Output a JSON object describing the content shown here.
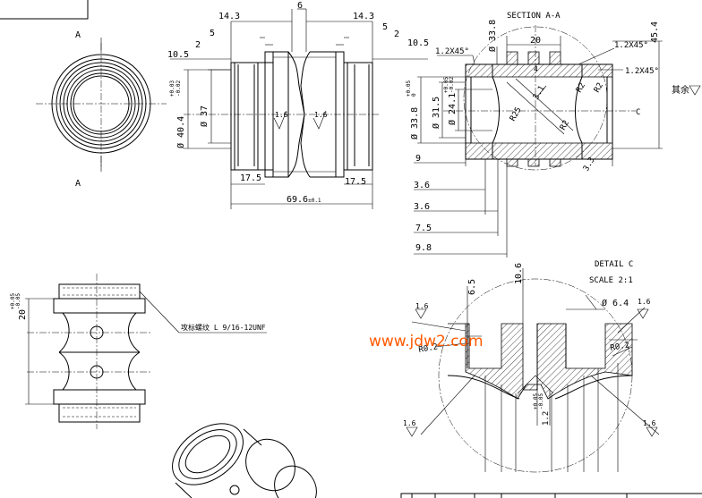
{
  "section_labels": {
    "a_top": "A",
    "a_bottom": "A",
    "section_title": "SECTION A-A",
    "detail_title": "DETAIL C",
    "detail_scale": "SCALE 2:1",
    "detail_c_marker": "C"
  },
  "front_view_dims": {
    "d14_3_left": "14.3",
    "d6": "6",
    "d14_3_right": "14.3",
    "d5_left": "5",
    "d5_right": "5",
    "d2_left": "2",
    "d2_right": "2",
    "d10_5_left": "10.5",
    "d10_5_right": "10.5",
    "d40_4": "Ø 40.4",
    "d40_4_tol_upper": "+0.03",
    "d40_4_tol_lower": "-0.02",
    "d37": "Ø 37",
    "rough_left": "1.6",
    "rough_right": "1.6",
    "d17_5_left": "17.5",
    "d17_5_right": "17.5",
    "d69_6": "69.6",
    "d69_6_tol": "±0.1"
  },
  "section_dims": {
    "d33_8_top": "Ø 33.8",
    "d20": "20",
    "d4": "4",
    "d45_4": "45.4",
    "ch_left": "1.2X45°",
    "ch_right_top": "1.2X45°",
    "ch_right": "1.2X45°",
    "d33_8_left": "Ø 33.8",
    "d33_8_tol_upper": "+0.05",
    "d33_8_tol_lower": "0",
    "d31_5": "Ø 31.5",
    "d24_1": "Ø 24.1",
    "d24_1_tol_upper": "+0.05",
    "d24_1_tol_lower": "-0.02",
    "r25": "R25",
    "r2_a": "R2",
    "r2_b": "R2",
    "r2_c": "R2",
    "d3_1": "3.1",
    "d3_3": "3.3",
    "rest_rough": "其余",
    "d9": "9",
    "d3_6_a": "3.6",
    "d3_6_b": "3.6",
    "d7_5": "7.5",
    "d9_8": "9.8"
  },
  "side_view": {
    "d20": "20",
    "d20_tol_upper": "+0.05",
    "d20_tol_lower": "-0.05",
    "thread_note": "攻标螺纹 L 9/16-12UNF"
  },
  "detail_dims": {
    "d10_6": "10.6",
    "d6_5": "6.5",
    "d6_4": "Ø 6.4",
    "r0_2_left": "R0.2",
    "r0_2_right": "R0.2",
    "d1_2": "1.2",
    "d1_2_tol_upper": "+0.05",
    "d1_2_tol_lower": "-0.05",
    "rough_top_left": "1.6",
    "rough_top_right": "1.6",
    "rough_bottom_left": "1.6",
    "rough_bottom_right": "1.6"
  },
  "watermark": "www.jdw2.com",
  "colors": {
    "line": "#000000",
    "watermark": "#ff5a00",
    "background": "#ffffff"
  }
}
